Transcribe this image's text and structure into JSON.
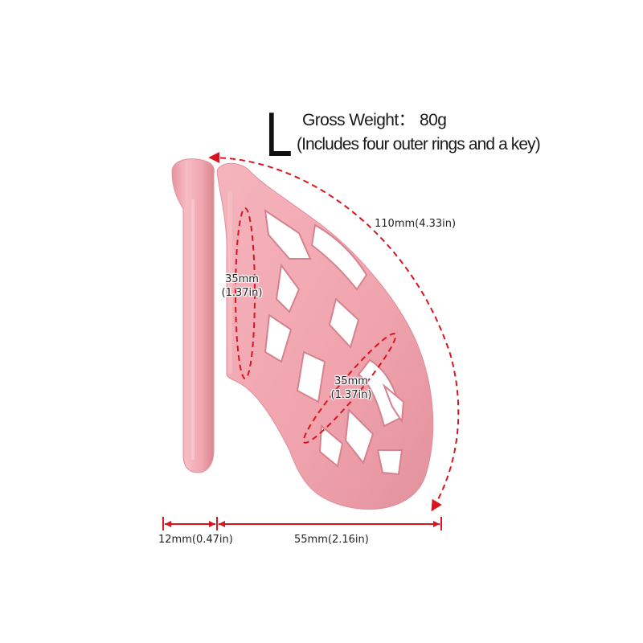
{
  "header": {
    "size_letter": "L",
    "gross_weight_label": "Gross Weight：",
    "gross_weight_value": "80g",
    "includes_note": "(Includes four outer rings and a key)"
  },
  "dimensions": {
    "length_arc": "110mm(4.33in)",
    "ring_diameter_line1": "35mm",
    "ring_diameter_line2": "(1.37in)",
    "tip_diameter_line1": "35mm",
    "tip_diameter_line2": "(1.37in)",
    "ring_gap_width": "12mm(0.47in)",
    "cage_width": "55mm(2.16in)"
  },
  "colors": {
    "product_pink": "#f0a7b0",
    "product_shadow": "#d98692",
    "dimension_red": "#d9141e",
    "text": "#1a1a1a",
    "background": "#ffffff"
  }
}
